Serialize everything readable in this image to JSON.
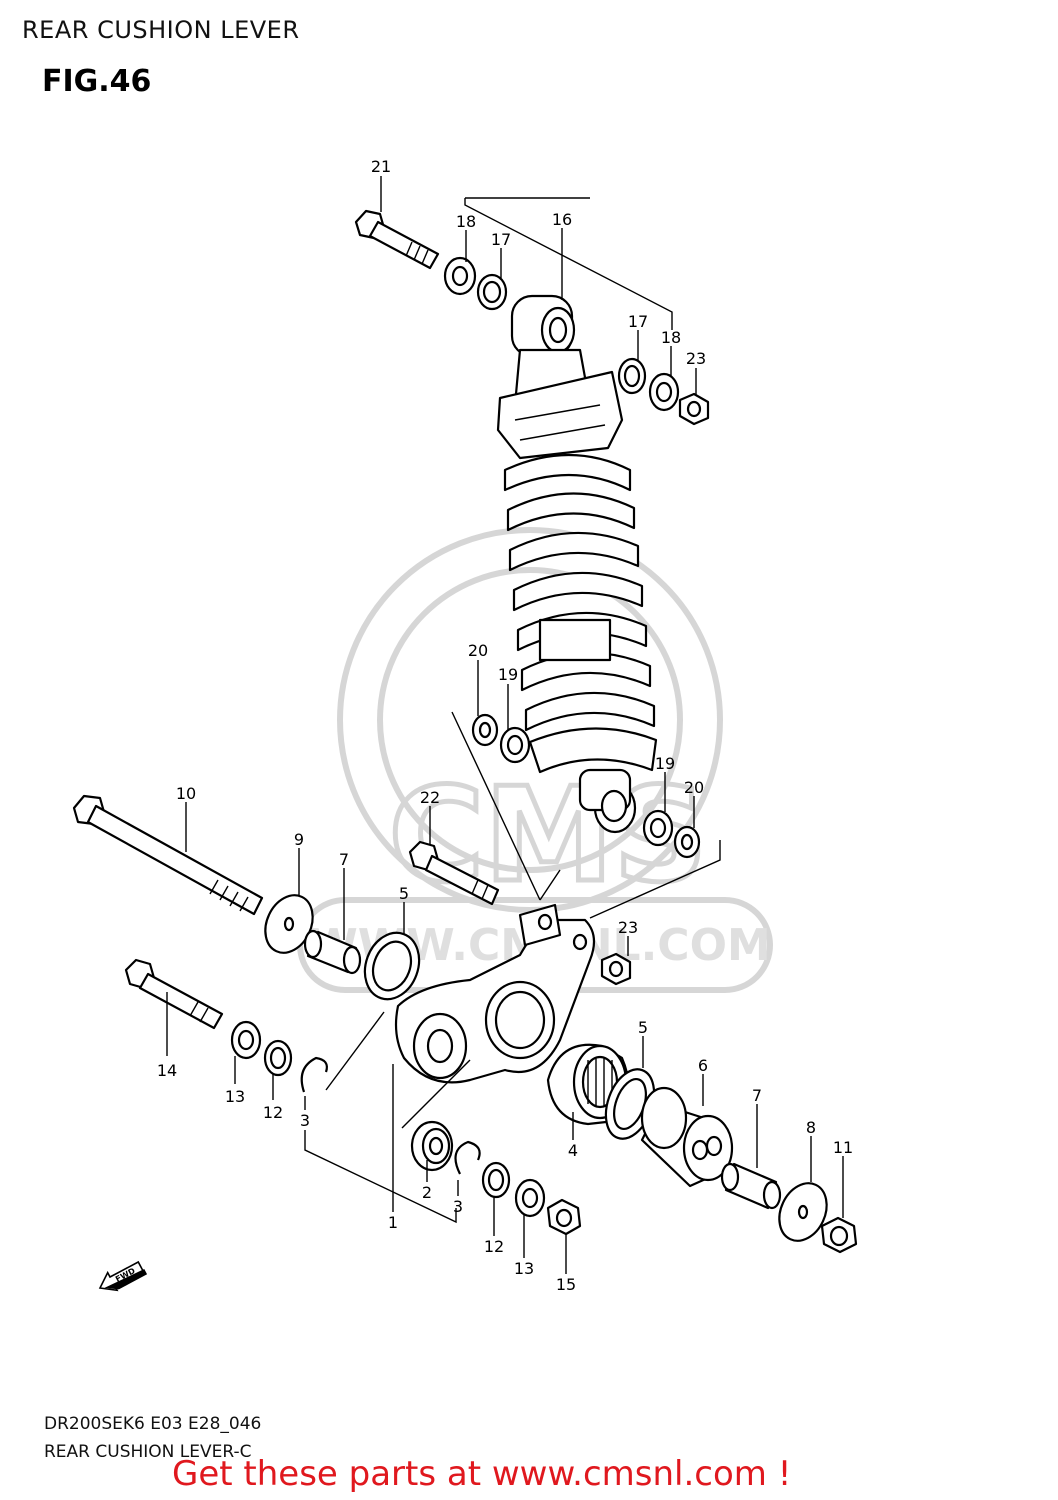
{
  "header": {
    "title": "REAR CUSHION LEVER",
    "figure": "FIG.46"
  },
  "watermark": {
    "text": "CMS",
    "url_text": "WWW.CMSNL.COM"
  },
  "direction_marker": "FWD",
  "callouts": [
    {
      "id": "c21",
      "label": "21"
    },
    {
      "id": "c18a",
      "label": "18"
    },
    {
      "id": "c17a",
      "label": "17"
    },
    {
      "id": "c16",
      "label": "16"
    },
    {
      "id": "c17b",
      "label": "17"
    },
    {
      "id": "c18b",
      "label": "18"
    },
    {
      "id": "c23a",
      "label": "23"
    },
    {
      "id": "c20a",
      "label": "20"
    },
    {
      "id": "c19a",
      "label": "19"
    },
    {
      "id": "c19b",
      "label": "19"
    },
    {
      "id": "c20b",
      "label": "20"
    },
    {
      "id": "c10",
      "label": "10"
    },
    {
      "id": "c22",
      "label": "22"
    },
    {
      "id": "c9",
      "label": "9"
    },
    {
      "id": "c7a",
      "label": "7"
    },
    {
      "id": "c5a",
      "label": "5"
    },
    {
      "id": "c23b",
      "label": "23"
    },
    {
      "id": "c5b",
      "label": "5"
    },
    {
      "id": "c6",
      "label": "6"
    },
    {
      "id": "c7b",
      "label": "7"
    },
    {
      "id": "c8",
      "label": "8"
    },
    {
      "id": "c11",
      "label": "11"
    },
    {
      "id": "c14",
      "label": "14"
    },
    {
      "id": "c13a",
      "label": "13"
    },
    {
      "id": "c12a",
      "label": "12"
    },
    {
      "id": "c3a",
      "label": "3"
    },
    {
      "id": "c4",
      "label": "4"
    },
    {
      "id": "c2",
      "label": "2"
    },
    {
      "id": "c3b",
      "label": "3"
    },
    {
      "id": "c1",
      "label": "1"
    },
    {
      "id": "c12b",
      "label": "12"
    },
    {
      "id": "c13b",
      "label": "13"
    },
    {
      "id": "c15",
      "label": "15"
    }
  ],
  "footer": {
    "diagram_code": "DR200SEK6 E03 E28_046",
    "caption": "REAR CUSHION LEVER-C",
    "cta": "Get these parts at www.cmsnl.com !"
  }
}
